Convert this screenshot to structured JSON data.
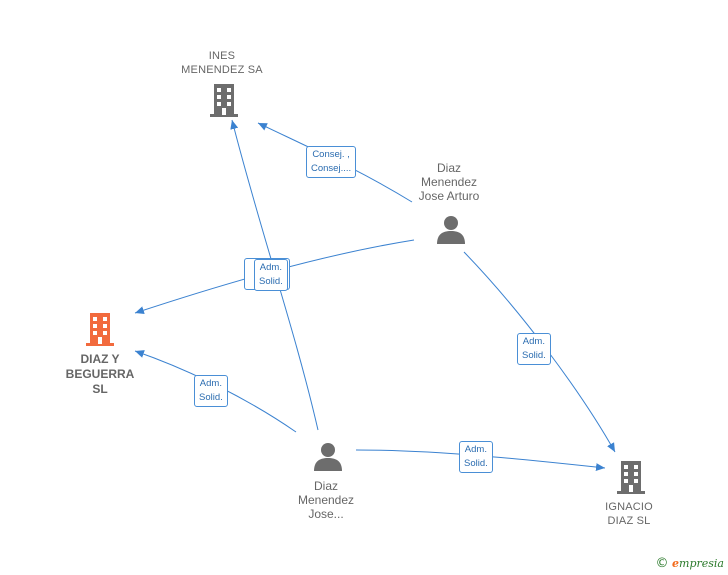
{
  "nodes": {
    "ines": {
      "name_line1": "INES",
      "name_line2": "MENENDEZ SA"
    },
    "diaz_beguerra": {
      "name_line1": "DIAZ Y",
      "name_line2": "BEGUERRA",
      "name_line3": "SL"
    },
    "ignacio": {
      "name_line1": "IGNACIO",
      "name_line2": "DIAZ SL"
    },
    "arturo": {
      "name_line1": "Diaz",
      "name_line2": "Menendez",
      "name_line3": "Jose Arturo"
    },
    "jose": {
      "name_line1": "Diaz",
      "name_line2": "Menendez",
      "name_line3": "Jose..."
    }
  },
  "edges": {
    "arturo_ines": {
      "line1": "Consej. ,",
      "line2": "Consej...."
    },
    "arturo_beguerra": {
      "line1": "Adm.",
      "line2": "Solid."
    },
    "arturo_ignacio": {
      "line1": "Adm.",
      "line2": "Solid."
    },
    "jose_beguerra": {
      "line1": "Adm.",
      "line2": "Solid."
    },
    "jose_ignacio": {
      "line1": "Adm.",
      "line2": "Solid."
    }
  },
  "colors": {
    "edge": "#3b82d0",
    "company": "#6d6d6d",
    "company_highlight": "#f26a3d",
    "person": "#6d6d6d"
  },
  "brand": {
    "copyright": "©",
    "initial": "e",
    "rest": "mpresia"
  }
}
